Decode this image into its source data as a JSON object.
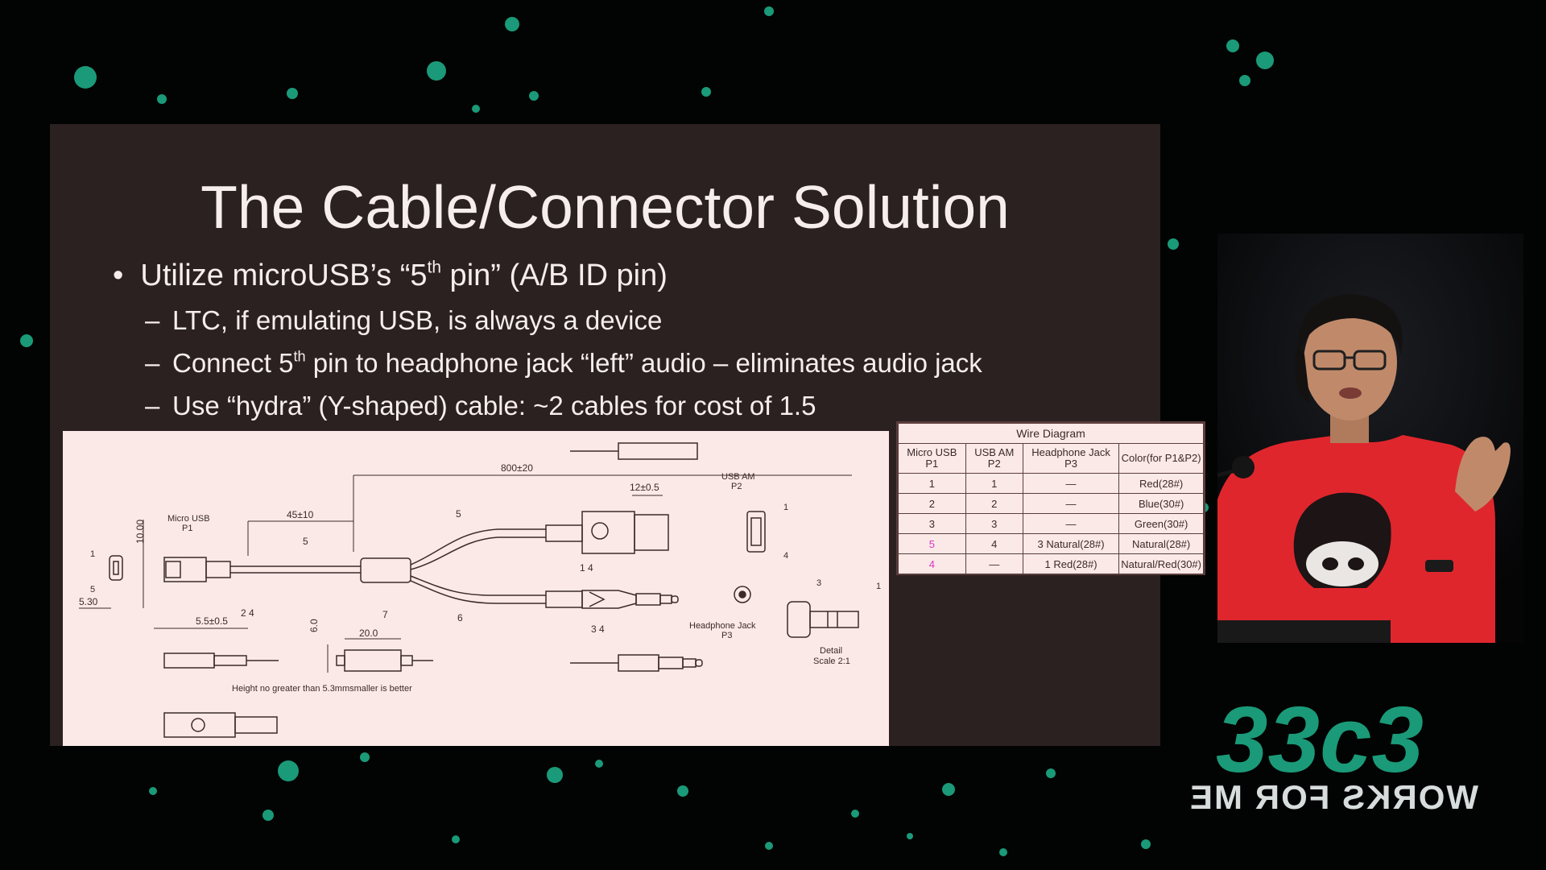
{
  "slide": {
    "title": "The Cable/Connector Solution",
    "bullet": {
      "text_before": "Utilize microUSB’s “5",
      "sup": "th",
      "text_after": " pin” (A/B ID pin)"
    },
    "subbullets": [
      {
        "text_before": "LTC, if emulating USB, is always a device",
        "sup": "",
        "text_after": ""
      },
      {
        "text_before": "Connect 5",
        "sup": "th",
        "text_after": " pin to headphone jack “left” audio – eliminates audio jack"
      },
      {
        "text_before": "Use “hydra” (Y-shaped) cable: ~2 cables for cost of 1.5",
        "sup": "",
        "text_after": ""
      }
    ],
    "drawing_labels": {
      "micro_usb": "Micro USB",
      "p1": "P1",
      "usb_am": "USB AM",
      "p2": "P2",
      "headphone_jack": "Headphone Jack",
      "p3": "P3",
      "detail": "Detail",
      "scale": "Scale 2:1",
      "dim_800": "800±20",
      "dim_12": "12±0.5",
      "dim_45": "45±10",
      "dim_10": "10.00",
      "dim_530": "5.30",
      "dim_55": "5.5±0.5",
      "dim_60": "6.0",
      "dim_200": "20.0",
      "height_note": "Height no greater than 5.3mmsmaller is better",
      "callout_5": "5",
      "callout_6": "6",
      "callout_7": "7",
      "callout_24": "2 4",
      "callout_14": "1 4",
      "callout_34": "3 4",
      "pin_1": "1",
      "pin_3": "3",
      "pin_4": "4",
      "pin_5": "5"
    },
    "wire_table": {
      "caption": "Wire Diagram",
      "headers": [
        "Micro USB P1",
        "USB AM P2",
        "Headphone Jack P3",
        "Color(for P1&P2)"
      ],
      "rows": [
        [
          "1",
          "1",
          "—",
          "Red(28#)"
        ],
        [
          "2",
          "2",
          "—",
          "Blue(30#)"
        ],
        [
          "3",
          "3",
          "—",
          "Green(30#)"
        ],
        [
          "5",
          "4",
          "3  Natural(28#)",
          "Natural(28#)"
        ],
        [
          "4",
          "—",
          "1  Red(28#)",
          "Natural/Red(30#)"
        ]
      ]
    }
  },
  "logo": {
    "main": "33c3",
    "sub": "WORKS FOR ME"
  },
  "colors": {
    "background": "#020303",
    "slide_bg": "#2b2120",
    "accent_green": "#1a9a78",
    "drawing_bg": "#fbe9e8",
    "highlight_pink": "#d936c6"
  }
}
